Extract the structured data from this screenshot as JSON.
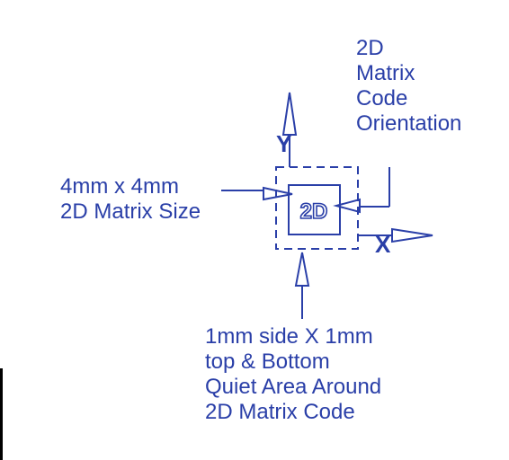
{
  "colors": {
    "ink": "#2a3fa8",
    "background": "#ffffff"
  },
  "labels": {
    "orientation": [
      "2D",
      "Matrix",
      "Code",
      "Orientation"
    ],
    "matrix_size": [
      "4mm x 4mm",
      "2D Matrix Size"
    ],
    "quiet_area": [
      "1mm side X 1mm",
      "top & Bottom",
      "Quiet Area Around",
      "2D Matrix Code"
    ],
    "axis_y": "Y",
    "axis_x": "X",
    "code_mark": "2D"
  }
}
